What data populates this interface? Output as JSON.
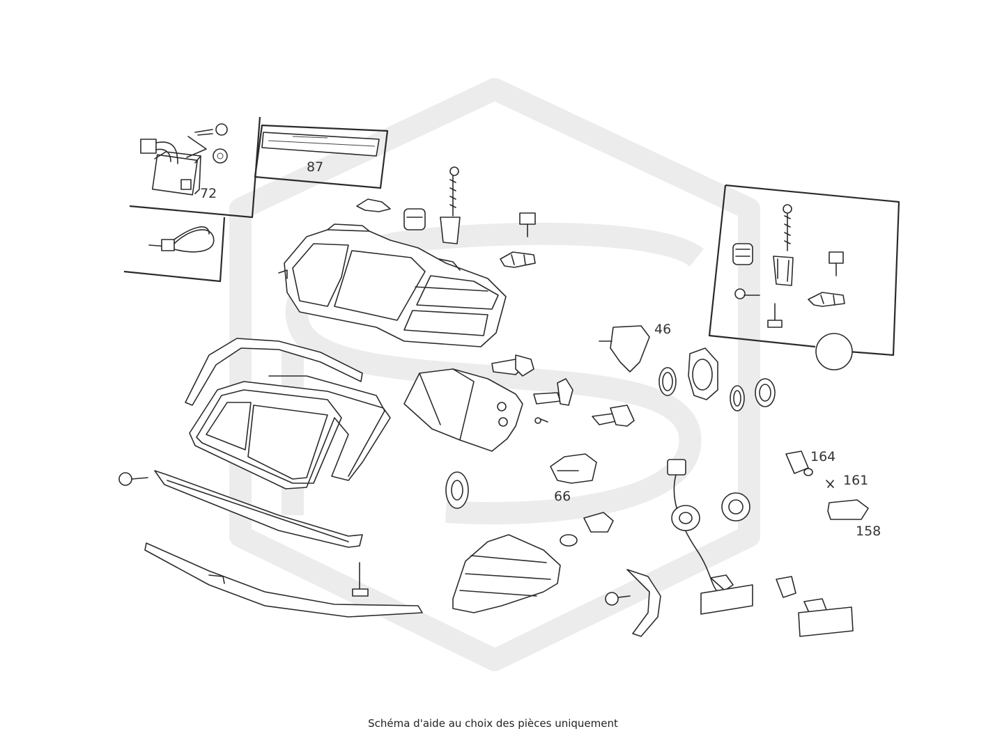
{
  "labels": {
    "part_72": "72",
    "part_87": "87",
    "part_46": "46",
    "part_66": "66",
    "part_164": "164",
    "part_161": "161",
    "part_158": "158"
  },
  "caption": "Schéma d'aide au choix des pièces uniquement",
  "colors": {
    "line": "#2a2a2a",
    "watermark": "#ececec",
    "background": "#ffffff"
  }
}
